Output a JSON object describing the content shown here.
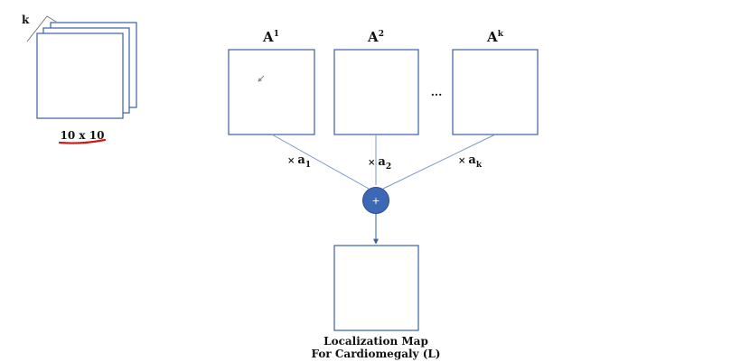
{
  "stack": {
    "count_label": "k",
    "size_label": "10 x 10"
  },
  "maps": [
    {
      "base": "A",
      "sup": "1"
    },
    {
      "base": "A",
      "sup": "2"
    },
    {
      "base": "A",
      "sup": "k"
    }
  ],
  "ellipsis": "...",
  "weights": [
    {
      "prefix": "×",
      "base": "a",
      "sub": "1"
    },
    {
      "prefix": "×",
      "base": "a",
      "sub": "2"
    },
    {
      "prefix": "×",
      "base": "a",
      "sub": "k"
    }
  ],
  "sum_node": {
    "symbol": "+"
  },
  "output": {
    "line1": "Localization Map",
    "line2": "For Cardiomegaly (L)"
  },
  "colors": {
    "box_stroke": "#3b5fa8",
    "line": "#7a96c9",
    "node_fill": "#3d68b5",
    "underline": "#d01818"
  }
}
